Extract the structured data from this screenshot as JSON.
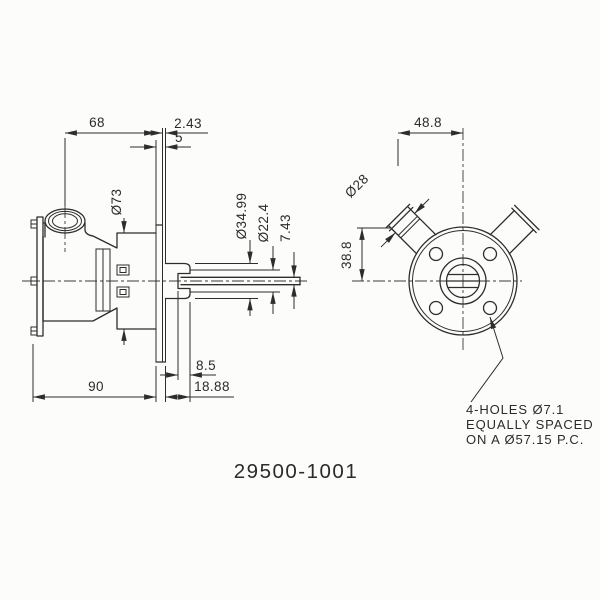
{
  "drawing": {
    "part_number": "29500-1001",
    "side_view": {
      "dims": {
        "body_to_flange": "68",
        "gasket_thickness": "2.43",
        "flange_thickness": "5",
        "housing_dia": "Ø73",
        "hub_dia": "Ø34.99",
        "pilot_dia": "Ø22.4",
        "shaft_flat": "7.43",
        "notch_depth": "8.5",
        "body_length": "90",
        "hub_length": "18.88"
      }
    },
    "front_view": {
      "dims": {
        "port_to_center": "48.8",
        "port_dia": "Ø28",
        "port_height": "38.8"
      },
      "holes_note": [
        "4-HOLES Ø7.1",
        "EQUALLY SPACED",
        "ON A Ø57.15 P.C."
      ]
    }
  }
}
